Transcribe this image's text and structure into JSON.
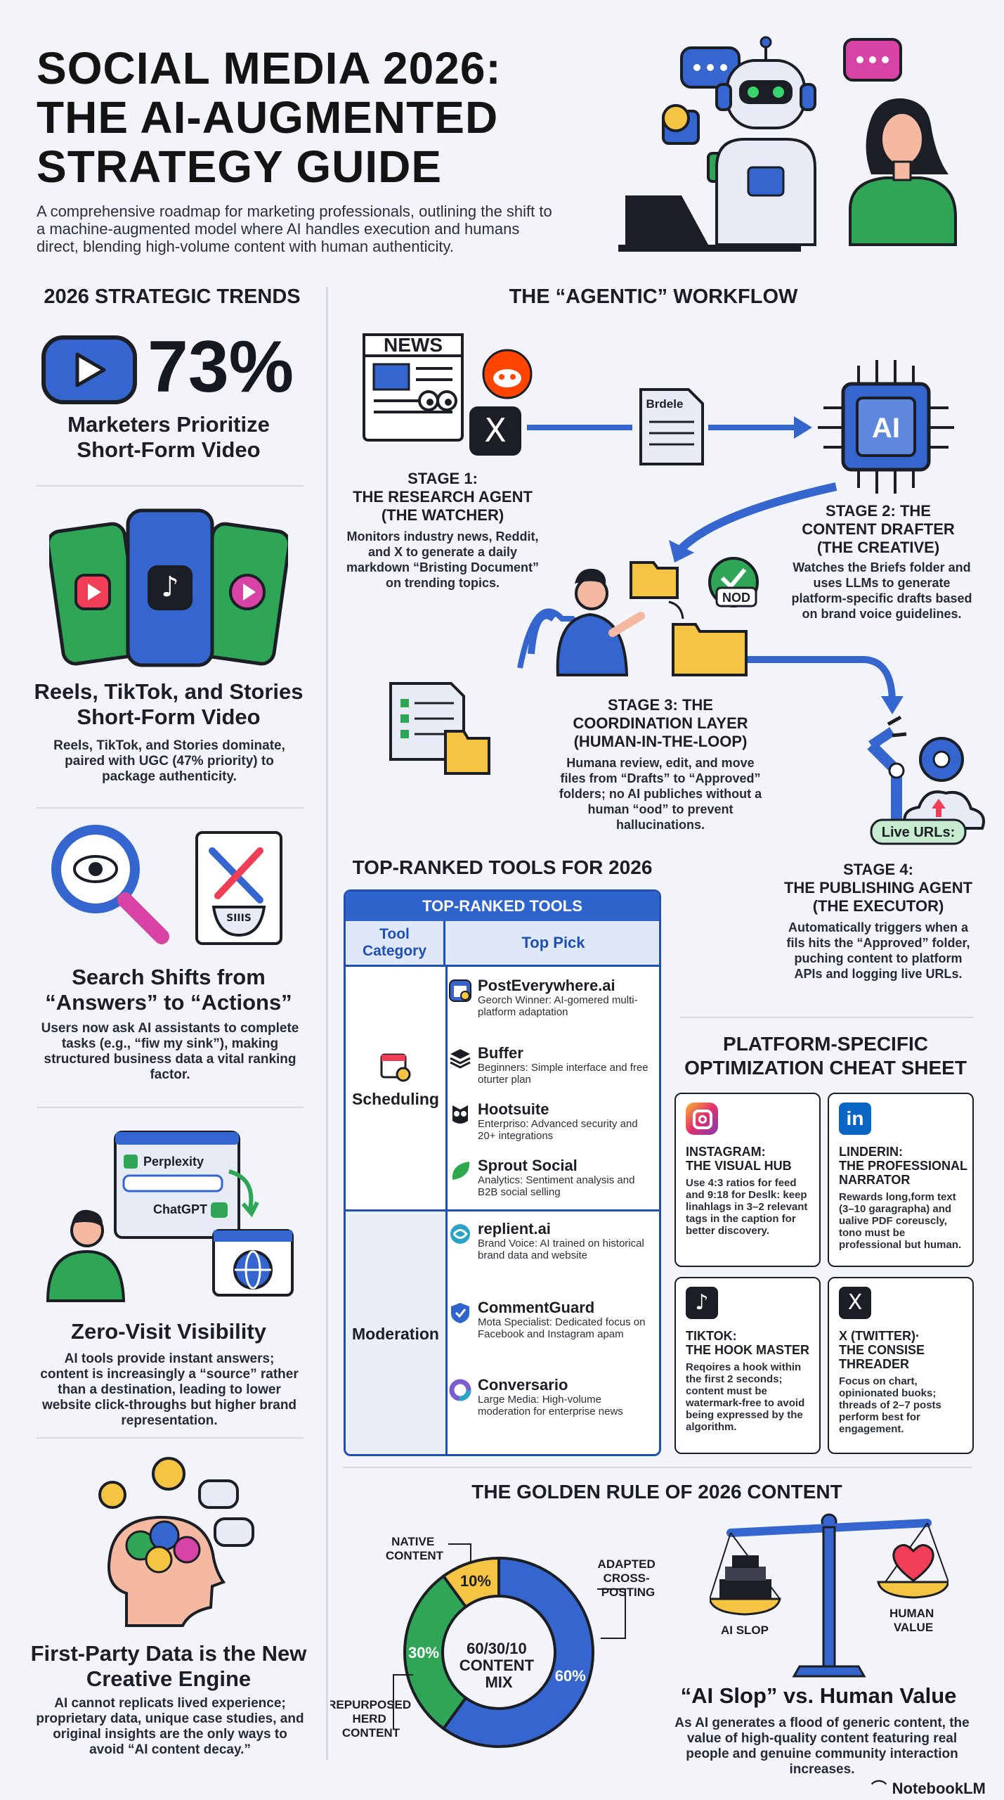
{
  "header": {
    "title_lines": [
      "SOCIAL MEDIA 2026:",
      "THE AI-AUGMENTED",
      "STRATEGY GUIDE"
    ],
    "subtitle": "A comprehensive roadmap for marketing professionals, outlining the shift to a machine-augmented model where AI handles execution and humans direct, blending high-volume content with human authenticity."
  },
  "trends": {
    "heading": "2026 STRATEGIC TRENDS",
    "items": [
      {
        "stat": "73%",
        "title": "Marketers Prioritize Short-Form Video",
        "desc": ""
      },
      {
        "title": "Reels, TikTok, and Stories Short-Form Video",
        "desc": "Reels, TikTok, and Stories dominate, paired with UGC (47% priority) to package authenticity."
      },
      {
        "title": "Search Shifts from “Answers” to “Actions”",
        "desc": "Users now ask AI assistants to complete tasks (e.g., “fiw my sink”), making structured business data a vital ranking factor."
      },
      {
        "title": "Zero-Visit Visibility",
        "desc": "AI tools provide instant answers; content is increasingly a “source” rather than a destination, leading to lower website click-throughs but higher brand representation."
      },
      {
        "title": "First-Party Data is the New Creative Engine",
        "desc": "AI cannot replicats lived experience; proprietary data, unique case studies, and original insights are the only ways to avoid “AI content decay.”"
      }
    ],
    "illus": {
      "sink_label": "SIIIS",
      "chat_labels": [
        "Perplexity",
        "ChatGPT"
      ]
    }
  },
  "workflow": {
    "heading": "THE “AGENTIC” WORKFLOW",
    "news_label": "NEWS",
    "brief_label": "Brdele",
    "ai_label": "AI",
    "nod_label": "NOD",
    "live_label": "Live URLs:",
    "stages": [
      {
        "title_lines": [
          "STAGE 1:",
          "THE RESEARCH AGENT",
          "(THE WATCHER)"
        ],
        "desc": "Monitors industry news, Reddit, and X to generate a daily markdown “Bristing Document” on trending topics."
      },
      {
        "title_lines": [
          "STAGE 2: THE",
          "CONTENT DRAFTER",
          "(THE CREATIVE)"
        ],
        "desc": "Watches the Briefs folder and uses LLMs to generate platform-specific drafts based on brand voice guidelines."
      },
      {
        "title_lines": [
          "STAGE 3: THE",
          "COORDINATION LAYER",
          "(HUMAN-IN-THE-LOOP)"
        ],
        "desc": "Humana review, edit, and move files from “Drafts” to “Approved” folders; no AI publiches without a human “ood” to prevent hallucinations."
      },
      {
        "title_lines": [
          "STAGE 4:",
          "THE PUBLISHING AGENT",
          "(THE EXECUTOR)"
        ],
        "desc": "Automatically triggers when a fils hits the “Approved” folder, puching content to platform APIs and logging live URLs."
      }
    ]
  },
  "tools": {
    "heading": "TOP-RANKED TOOLS FOR 2026",
    "table_title": "TOP-RANKED TOOLS",
    "col1": "Tool Category",
    "col2": "Top Pick",
    "categories": [
      {
        "name": "Scheduling",
        "tools": [
          {
            "name": "PostEverywhere.ai",
            "desc": "Georch Winner: AI-gomered multi-platform adaptation",
            "icon": "calendar-grid-icon",
            "color": "#3a63c9"
          },
          {
            "name": "Buffer",
            "desc": "Beginners: Simple interface and free oturter plan",
            "icon": "layers-icon",
            "color": "#1b1e25"
          },
          {
            "name": "Hootsuite",
            "desc": "Enterpriso: Advanced security and 20+ integrations",
            "icon": "owl-icon",
            "color": "#1b1e25"
          },
          {
            "name": "Sprout Social",
            "desc": "Analytics: Sentiment analysis and B2B social selling",
            "icon": "leaf-icon",
            "color": "#2fa84f"
          }
        ]
      },
      {
        "name": "Moderation",
        "tools": [
          {
            "name": "replient.ai",
            "desc": "Brand Voice: AI trained on historical brand data and website",
            "icon": "swirl-icon",
            "color": "#2aa3c8"
          },
          {
            "name": "CommentGuard",
            "desc": "Mota Specialist: Dedicated focus on Facebook and Instagram apam",
            "icon": "shield-check-icon",
            "color": "#2f64cc"
          },
          {
            "name": "Conversario",
            "desc": "Large Media: High-volume moderation for enterprise news",
            "icon": "ring-icon",
            "color": "#7b5ccf"
          }
        ]
      }
    ]
  },
  "platforms": {
    "heading_lines": [
      "PLATFORM-SPECIFIC",
      "OPTIMIZATION CHEAT SHEET"
    ],
    "cards": [
      {
        "icon": "instagram-icon",
        "icon_label": "",
        "title_lines": [
          "INSTAGRAM:",
          "THE VISUAL HUB"
        ],
        "desc": "Use 4:3 ratios for feed and 9:18 for Deslk: keep linahlags in 3–2 relevant tags in the caption for better discovery."
      },
      {
        "icon": "linkedin-icon",
        "icon_label": "in",
        "title_lines": [
          "LINDERIN:",
          "THE PROFESSIONAL",
          "NARRATOR"
        ],
        "desc": "Rewards long,form text (3–10 garagrapha) and ualive PDF coreuscly, tono must be professional but human."
      },
      {
        "icon": "tiktok-icon",
        "icon_label": "♪",
        "title_lines": [
          "TIKTOK:",
          "THE HOOK MASTER"
        ],
        "desc": "Reqoires a hook within the first 2 seconds; content must be watermark-free to avoid being expressed by the algorithm."
      },
      {
        "icon": "x-icon",
        "icon_label": "X",
        "title_lines": [
          "X (TWITTER)·",
          "THE CONSISE",
          "THREADER"
        ],
        "desc": "Focus on chart, opinionated buoks; threads of 2–7 posts perform best for engagement."
      }
    ]
  },
  "golden": {
    "heading": "THE GOLDEN RULE OF 2026 CONTENT",
    "center_lines": [
      "60/30/10",
      "CONTENT",
      "MIX"
    ],
    "slice_labels": [
      "60%",
      "30%",
      "10%"
    ],
    "callouts": {
      "native": [
        "NATIVE",
        "CONTENT"
      ],
      "adapted": [
        "ADAPTED",
        "CROSS-",
        "POSTING"
      ],
      "repurposed": [
        "REPURPOSED",
        "HERD",
        "CONTENT"
      ]
    },
    "scale_left": "AI SLOP",
    "scale_right": [
      "HUMAN",
      "VALUE"
    ],
    "title": "“AI Slop” vs. Human Value",
    "desc": "As AI generates a flood of generic content, the value of high-quality content featuring real people and genuine community interaction increases."
  },
  "chart_data": {
    "type": "pie",
    "categories": [
      "ADAPTED CROSS-POSTING",
      "REPURPOSED HERD CONTENT",
      "NATIVE CONTENT"
    ],
    "values": [
      60,
      30,
      10
    ],
    "title": "60/30/10 CONTENT MIX",
    "colors": [
      "#3566cf",
      "#2fa556",
      "#f5c443"
    ]
  },
  "footer": {
    "brand": "NotebookLM"
  },
  "colors": {
    "blue": "#3566cf",
    "green": "#2fa556",
    "yellow": "#f5c443",
    "ink": "#15181f"
  }
}
